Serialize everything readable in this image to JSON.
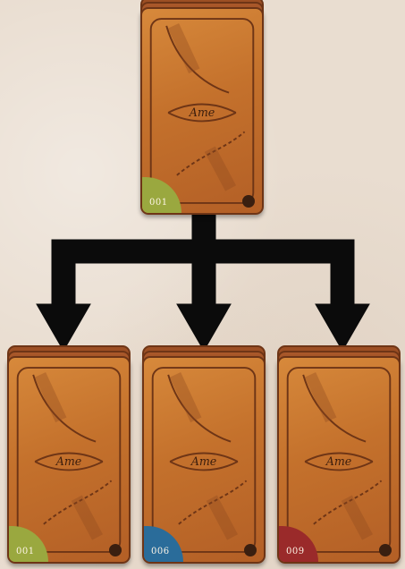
{
  "cards": {
    "top": {
      "number": "001",
      "corner_color": "#9aa83f",
      "brand": "Ame"
    },
    "left": {
      "number": "001",
      "corner_color": "#9aa83f",
      "brand": "Ame"
    },
    "middle": {
      "number": "006",
      "corner_color": "#2a6c9a",
      "brand": "Ame"
    },
    "right": {
      "number": "009",
      "corner_color": "#9a2a2a",
      "brand": "Ame"
    }
  },
  "colors": {
    "arrow": "#0b0b0b",
    "card_base": "#c4712c",
    "card_border": "#6e3516"
  }
}
